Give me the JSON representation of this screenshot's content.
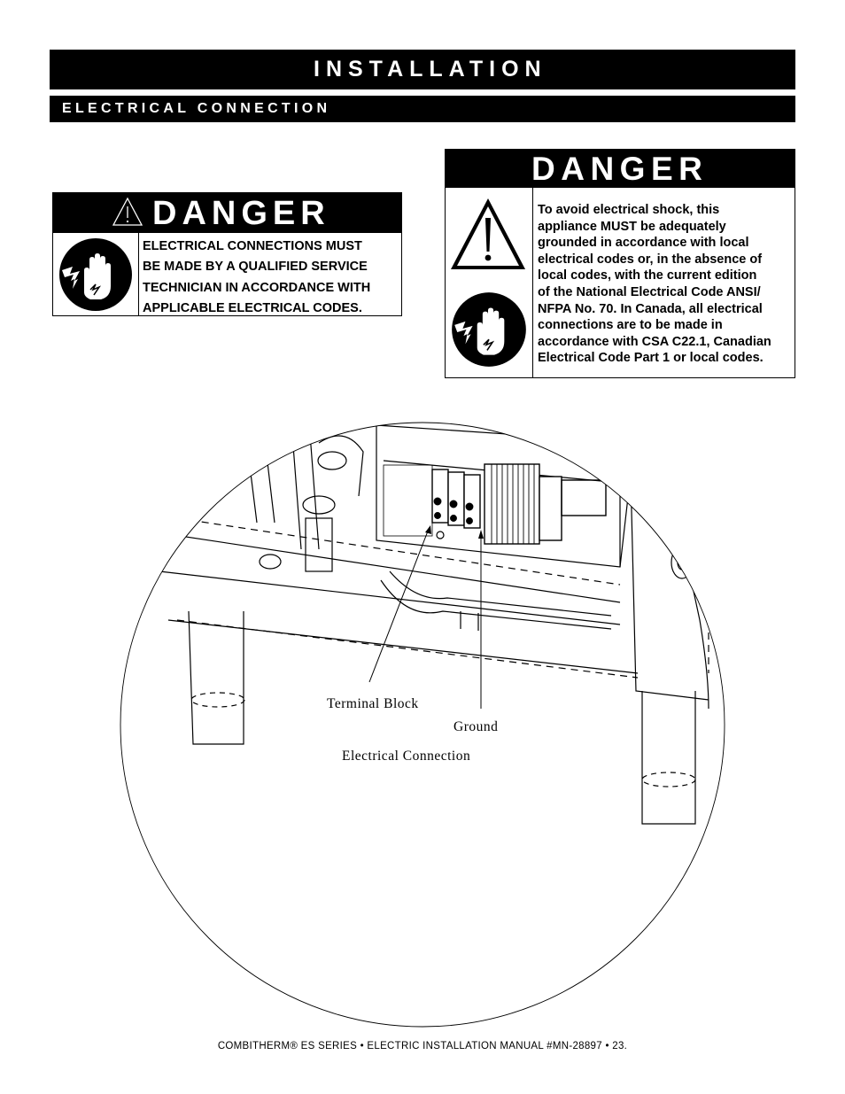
{
  "header": {
    "section_title": "INSTALLATION",
    "subsection_title": "ELECTRICAL CONNECTION"
  },
  "danger_left": {
    "title": "DANGER",
    "lines": [
      "ELECTRICAL CONNECTIONS MUST",
      "BE MADE BY A QUALIFIED SERVICE",
      "TECHNICIAN IN ACCORDANCE WITH",
      "APPLICABLE ELECTRICAL CODES."
    ],
    "icons": [
      "warning-triangle-icon",
      "electrical-shock-hand-icon"
    ]
  },
  "danger_right": {
    "title": "DANGER",
    "lines": [
      "To avoid electrical shock, this",
      "appliance MUST be adequately",
      "grounded in accordance with local",
      "electrical codes or, in the absence of",
      "local codes, with the current edition",
      "of the National Electrical Code ANSI/",
      "NFPA No. 70.  In Canada, all electrical",
      "connections are to be made in",
      "accordance with CSA C22.1, Canadian",
      "Electrical Code Part 1 or local codes."
    ],
    "icons": [
      "exclamation-triangle-icon",
      "electrical-shock-hand-icon"
    ]
  },
  "figure": {
    "callouts": {
      "terminal_block": "Terminal Block",
      "ground": "Ground",
      "electrical_connection": "Electrical Connection"
    }
  },
  "footer": {
    "text": "COMBITHERM® ES SERIES • ELECTRIC INSTALLATION MANUAL #MN-28897 • 23."
  }
}
